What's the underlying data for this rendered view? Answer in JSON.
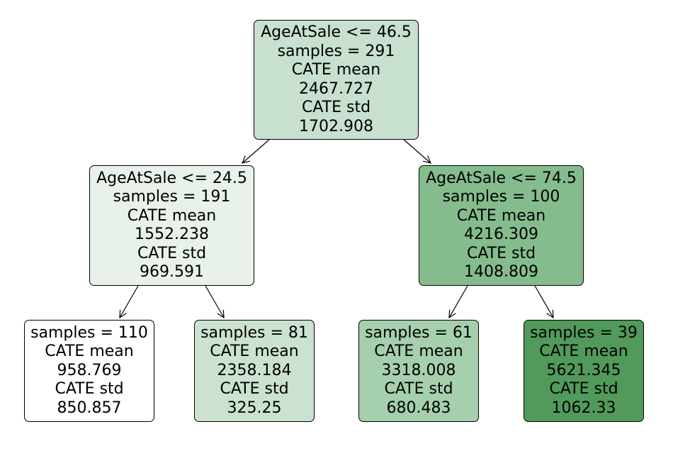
{
  "nodes": [
    {
      "id": "root",
      "split": "AgeAtSale <= 46.5",
      "samples": "samples = 291",
      "mean_label": "CATE mean",
      "mean": "2467.727",
      "std_label": "CATE std",
      "std": "1702.908",
      "fill": "#c8e0cf"
    },
    {
      "id": "left",
      "split": "AgeAtSale <= 24.5",
      "samples": "samples = 191",
      "mean_label": "CATE mean",
      "mean": "1552.238",
      "std_label": "CATE std",
      "std": "969.591",
      "fill": "#e8f2eb"
    },
    {
      "id": "right",
      "split": "AgeAtSale <= 74.5",
      "samples": "samples = 100",
      "mean_label": "CATE mean",
      "mean": "4216.309",
      "std_label": "CATE std",
      "std": "1408.809",
      "fill": "#85bc8e"
    },
    {
      "id": "leaf1",
      "samples": "samples = 110",
      "mean_label": "CATE mean",
      "mean": "958.769",
      "std_label": "CATE std",
      "std": "850.857",
      "fill": "#ffffff"
    },
    {
      "id": "leaf2",
      "samples": "samples = 81",
      "mean_label": "CATE mean",
      "mean": "2358.184",
      "std_label": "CATE std",
      "std": "325.25",
      "fill": "#cbe2d1"
    },
    {
      "id": "leaf3",
      "samples": "samples = 61",
      "mean_label": "CATE mean",
      "mean": "3318.008",
      "std_label": "CATE std",
      "std": "680.483",
      "fill": "#a6cfad"
    },
    {
      "id": "leaf4",
      "samples": "samples = 39",
      "mean_label": "CATE mean",
      "mean": "5621.345",
      "std_label": "CATE std",
      "std": "1062.33",
      "fill": "#519a5b"
    }
  ],
  "edges": [
    {
      "from": "root",
      "to": "left"
    },
    {
      "from": "root",
      "to": "right"
    },
    {
      "from": "left",
      "to": "leaf1"
    },
    {
      "from": "left",
      "to": "leaf2"
    },
    {
      "from": "right",
      "to": "leaf3"
    },
    {
      "from": "right",
      "to": "leaf4"
    }
  ]
}
